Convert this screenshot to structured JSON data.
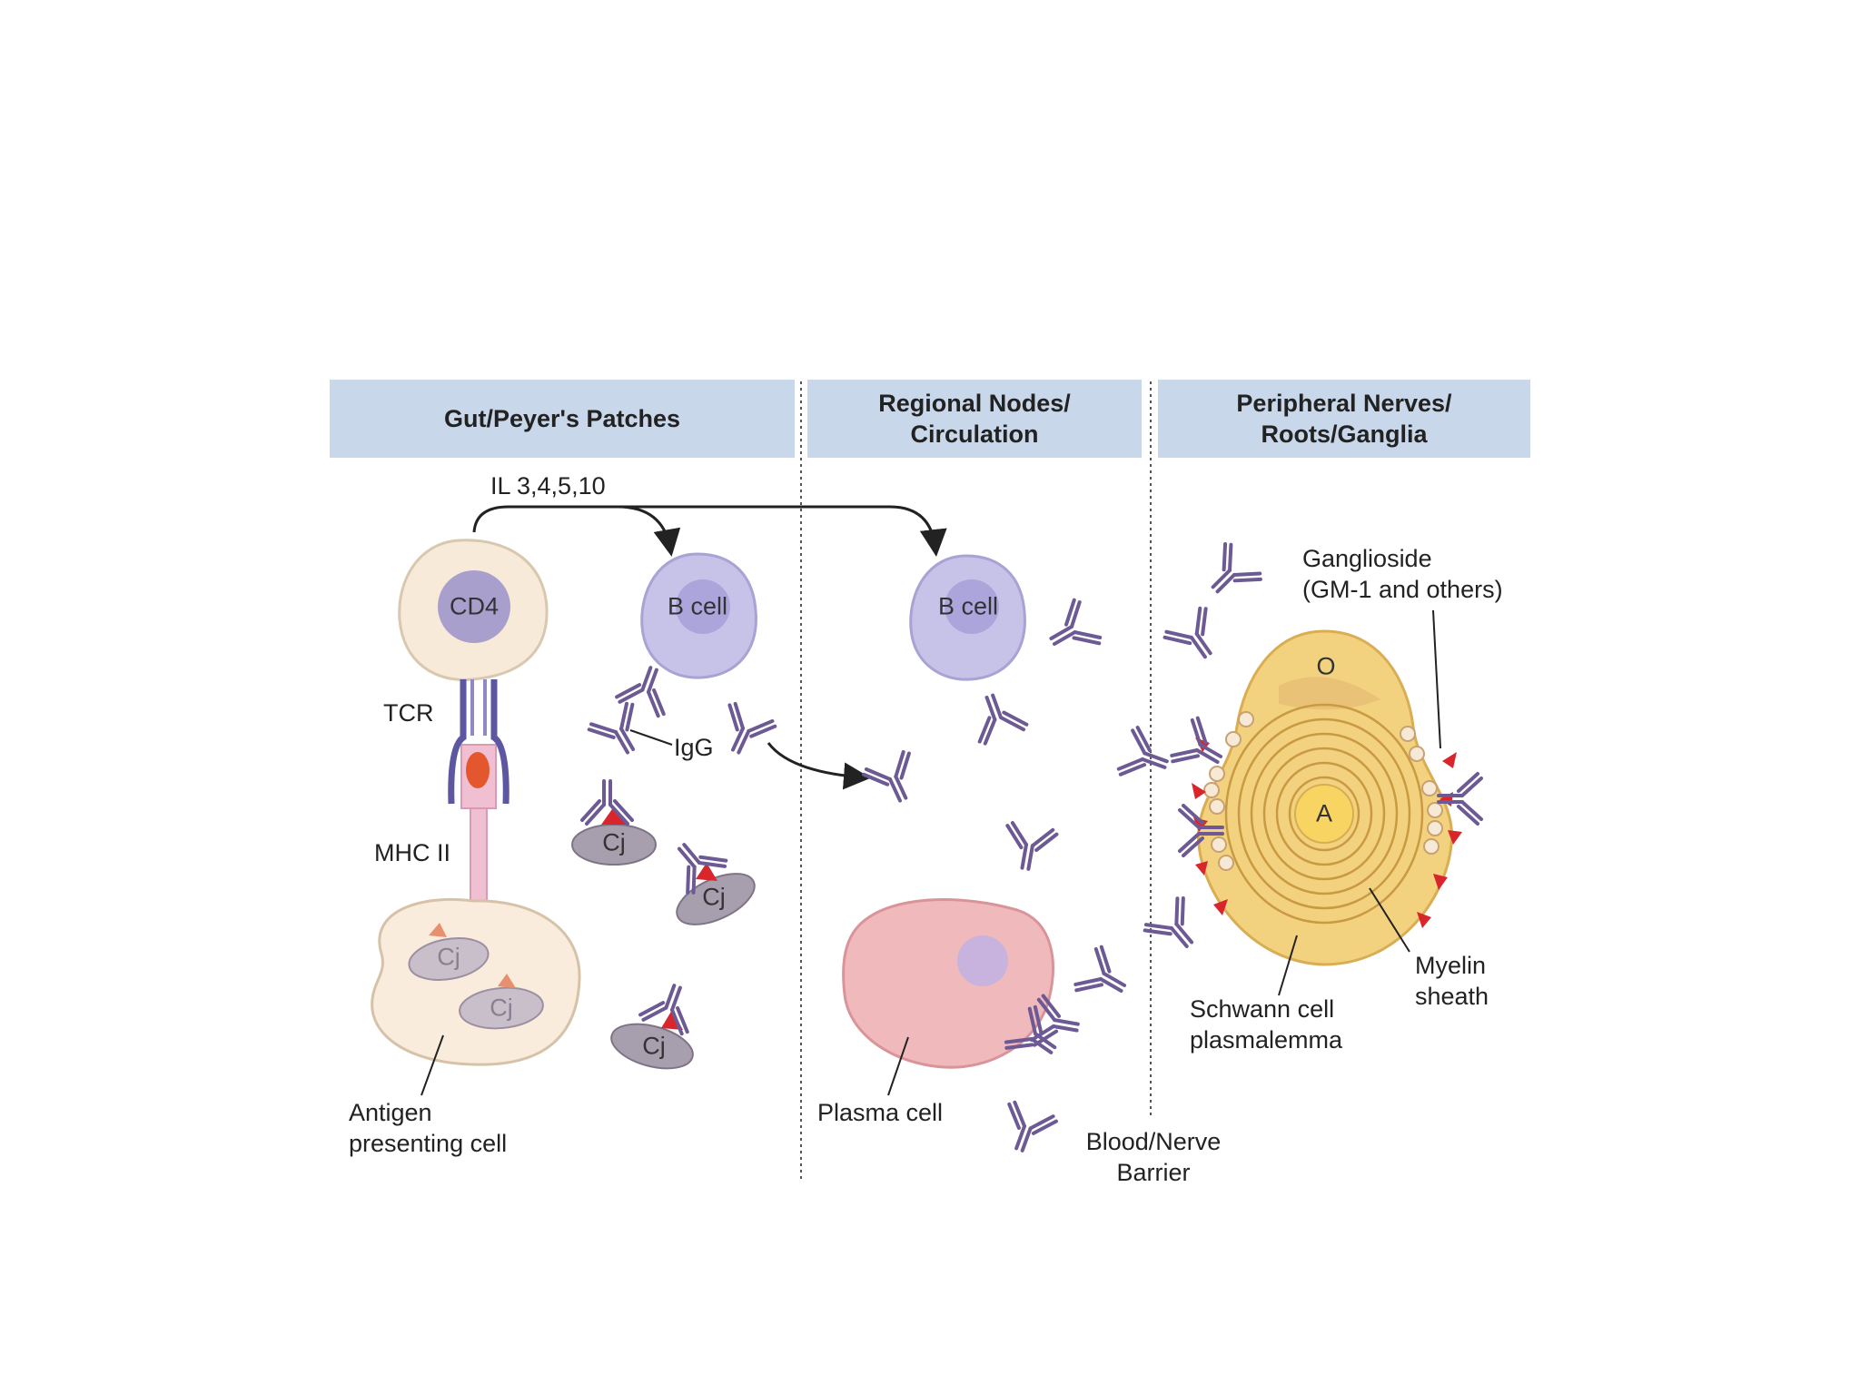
{
  "headers": {
    "gut": "Gut/Peyer's Patches",
    "nodes": "Regional Nodes/\nCirculation",
    "nerves": "Peripheral Nerves/\nRoots/Ganglia"
  },
  "labels": {
    "interleukins": "IL 3,4,5,10",
    "cd4": "CD4",
    "tcr": "TCR",
    "mhc": "MHC II",
    "b_cell_gut": "B cell",
    "b_cell_nodes": "B cell",
    "igg": "IgG",
    "cj": "Cj",
    "apc": "Antigen\npresenting cell",
    "plasma_cell": "Plasma cell",
    "blood_nerve_barrier": "Blood/Nerve\nBarrier",
    "ganglioside": "Ganglioside\n(GM-1 and others)",
    "oligo": "O",
    "axon": "A",
    "schwann": "Schwann cell\nplasmalemma",
    "myelin": "Myelin\nsheath"
  },
  "colors": {
    "header_bg": "#c8d7ea",
    "cd4_cell": "#f7ead8",
    "cd4_nucleus": "#a99fcc",
    "b_cell": "#c6c2e8",
    "b_nucleus": "#aca5dc",
    "antibody": "#6d5a94",
    "antigen": "#d8262c",
    "cj_bacterium": "#a89fae",
    "tcr": "#5c57a0",
    "mhc": "#f1bfd2",
    "peptide": "#e4572e",
    "apc": "#f9ecdc",
    "plasma_cell": "#f0b9bc",
    "plasma_nucleus": "#c7b3de",
    "nerve_fiber": "#f2d27e",
    "axon": "#f8d463"
  }
}
